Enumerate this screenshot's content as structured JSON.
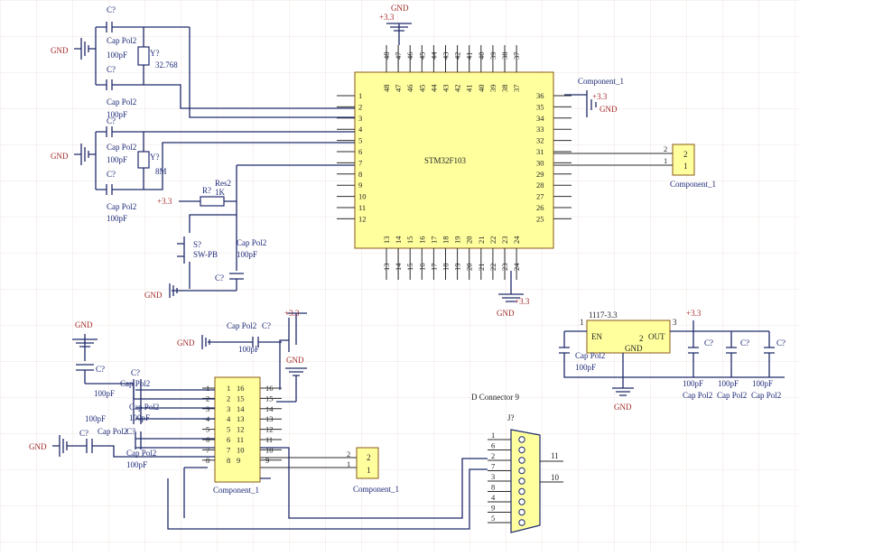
{
  "mcu": {
    "designator": "",
    "name": "STM32F103",
    "left_pins": [
      "1",
      "2",
      "3",
      "4",
      "5",
      "6",
      "7",
      "8",
      "9",
      "10",
      "11",
      "12"
    ],
    "right_pins": [
      "36",
      "35",
      "34",
      "33",
      "32",
      "31",
      "30",
      "29",
      "28",
      "27",
      "26",
      "25"
    ],
    "top_pins": [
      "48",
      "47",
      "46",
      "45",
      "44",
      "43",
      "42",
      "41",
      "40",
      "39",
      "38",
      "37"
    ],
    "bottom_pins": [
      "13",
      "14",
      "15",
      "16",
      "17",
      "18",
      "19",
      "20",
      "21",
      "22",
      "23",
      "24"
    ]
  },
  "crystal1": {
    "designator": "Y?",
    "value": "32.768"
  },
  "crystal2": {
    "designator": "Y?",
    "value": "8M"
  },
  "cap": {
    "designator": "C?",
    "type": "Cap Pol2",
    "value": "100pF"
  },
  "caps_top": [
    {
      "designator": "C?",
      "type": "Cap Pol2",
      "value": "100pF"
    },
    {
      "designator": "C?",
      "type": "Cap Pol2",
      "value": "100pF"
    },
    {
      "designator": "C?",
      "type": "Cap Pol2",
      "value": "100pF"
    },
    {
      "designator": "C?",
      "type": "Cap Pol2",
      "value": "100pF"
    }
  ],
  "resistor": {
    "designator": "R?",
    "type": "Res2",
    "value": "1K"
  },
  "switch": {
    "designator": "S?",
    "type": "SW-PB"
  },
  "reset_cap": {
    "designator": "C?",
    "type": "Cap Pol2",
    "value": "100pF"
  },
  "nets": {
    "gnd": "GND",
    "v33": "+3.3"
  },
  "conn1": {
    "name": "Component_1",
    "pins": [
      "2",
      "1"
    ]
  },
  "conn_top_right": {
    "name": "Component_1"
  },
  "conn2": {
    "name": "Component_1",
    "pins": [
      "2",
      "1"
    ]
  },
  "max232": {
    "name": "Component_1",
    "left_pins": [
      "1",
      "2",
      "3",
      "4",
      "5",
      "6",
      "7",
      "8"
    ],
    "right_pins": [
      "16",
      "15",
      "14",
      "13",
      "12",
      "11",
      "10",
      "9"
    ]
  },
  "regulator": {
    "name": "1117-3.3",
    "pin_left": "1",
    "pin_mid": "2",
    "pin_right": "3",
    "label_in": "EN",
    "label_gnd": "GND",
    "label_out": "OUT"
  },
  "reg_caps": [
    {
      "designator": "C?",
      "value": "100pF",
      "type": "Cap Pol2"
    },
    {
      "designator": "C?",
      "value": "100pF",
      "type": "Cap Pol2"
    },
    {
      "designator": "C?",
      "value": "100pF",
      "type": "Cap Pol2"
    },
    {
      "designator": "C?",
      "value": "100pF",
      "type": "Cap Pol2"
    }
  ],
  "dconn": {
    "title": "D Connector 9",
    "designator": "J?",
    "pins_left": [
      "1",
      "6",
      "2",
      "7",
      "3",
      "8",
      "4",
      "9",
      "5"
    ],
    "pin_right_a": "11",
    "pin_right_b": "10"
  }
}
